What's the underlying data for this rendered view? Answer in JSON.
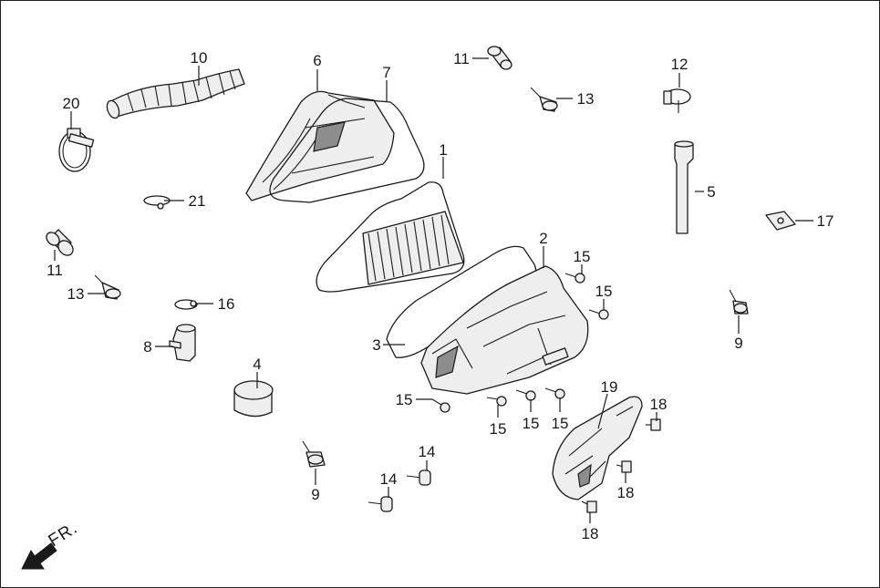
{
  "callouts": [
    {
      "id": "c1",
      "label": "1"
    },
    {
      "id": "c2",
      "label": "2"
    },
    {
      "id": "c3",
      "label": "3"
    },
    {
      "id": "c4",
      "label": "4"
    },
    {
      "id": "c5",
      "label": "5"
    },
    {
      "id": "c6",
      "label": "6"
    },
    {
      "id": "c7",
      "label": "7"
    },
    {
      "id": "c8",
      "label": "8"
    },
    {
      "id": "c9a",
      "label": "9"
    },
    {
      "id": "c9b",
      "label": "9"
    },
    {
      "id": "c10",
      "label": "10"
    },
    {
      "id": "c11a",
      "label": "11"
    },
    {
      "id": "c11b",
      "label": "11"
    },
    {
      "id": "c12",
      "label": "12"
    },
    {
      "id": "c13a",
      "label": "13"
    },
    {
      "id": "c13b",
      "label": "13"
    },
    {
      "id": "c14a",
      "label": "14"
    },
    {
      "id": "c14b",
      "label": "14"
    },
    {
      "id": "c15a",
      "label": "15"
    },
    {
      "id": "c15b",
      "label": "15"
    },
    {
      "id": "c15c",
      "label": "15"
    },
    {
      "id": "c15d",
      "label": "15"
    },
    {
      "id": "c15e",
      "label": "15"
    },
    {
      "id": "c15f",
      "label": "15"
    },
    {
      "id": "c16",
      "label": "16"
    },
    {
      "id": "c17",
      "label": "17"
    },
    {
      "id": "c18a",
      "label": "18"
    },
    {
      "id": "c18b",
      "label": "18"
    },
    {
      "id": "c18c",
      "label": "18"
    },
    {
      "id": "c19",
      "label": "19"
    },
    {
      "id": "c20",
      "label": "20"
    },
    {
      "id": "c21",
      "label": "21"
    }
  ],
  "direction_label": "FR.",
  "icons": {
    "direction_arrow": "front-direction-arrow-icon"
  },
  "colors": {
    "line": "#1a1a1a",
    "part_fill": "#eeeeee",
    "border": "#222222"
  }
}
